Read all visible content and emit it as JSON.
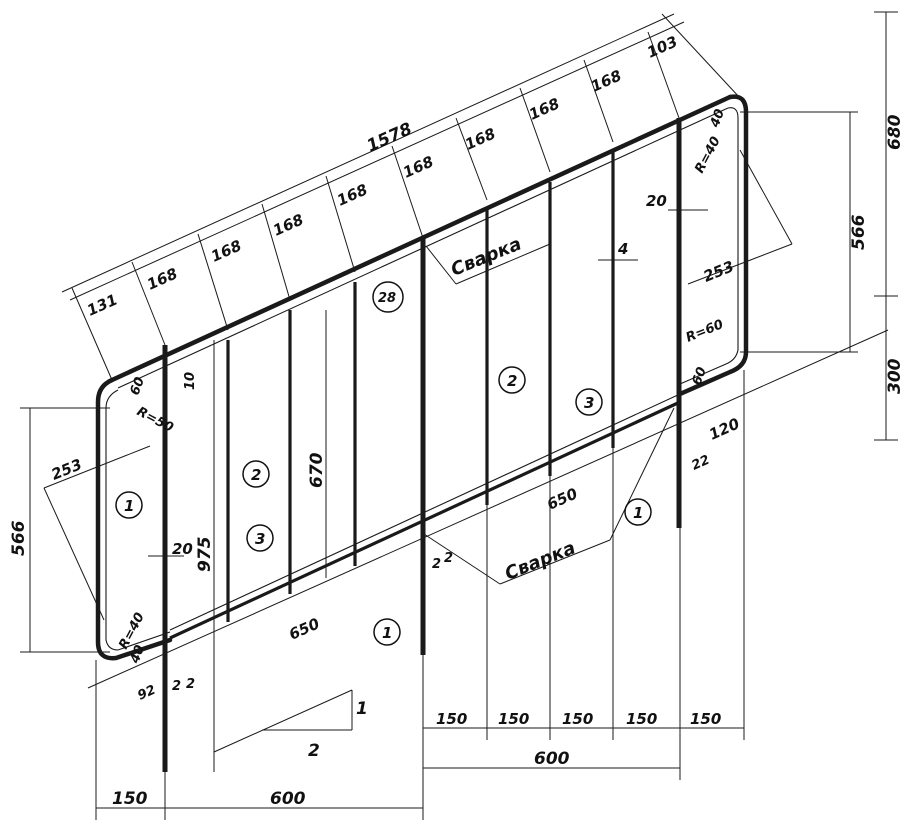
{
  "dims": {
    "overall_length": "1578",
    "seg_131": "131",
    "seg_168": "168",
    "seg_103": "103",
    "h680": "680",
    "h566": "566",
    "h300": "300",
    "h975": "975",
    "h670": "670",
    "d253": "253",
    "d20": "20",
    "d4": "4",
    "d10": "10",
    "d40": "40",
    "d60": "60",
    "d120": "120",
    "d22": "22",
    "d650": "650",
    "d2": "2",
    "d92": "92",
    "b150": "150",
    "b600": "600",
    "n1": "1",
    "n2": "2"
  },
  "radii": {
    "r40": "R=40",
    "r60": "R=60",
    "r50": "R=50"
  },
  "notes": {
    "weld": "Сварка"
  },
  "callouts": {
    "c1": "1",
    "c2": "2",
    "c3": "3",
    "c28": "28"
  }
}
